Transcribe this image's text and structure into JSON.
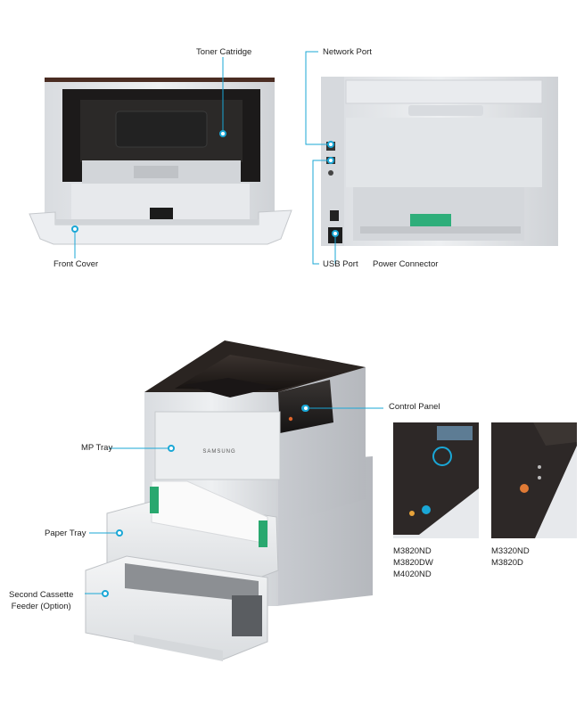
{
  "callouts": {
    "toner_cartridge": "Toner Catridge",
    "front_cover": "Front Cover",
    "network_port": "Network Port",
    "usb_port": "USB Port",
    "power_connector": "Power Connector",
    "control_panel": "Control Panel",
    "mp_tray": "MP Tray",
    "paper_tray": "Paper Tray",
    "second_cassette": "Second Cassette\nFeeder (Option)"
  },
  "brand": "SAMSUNG",
  "models": {
    "left": "M3820ND\nM3820DW\nM4020ND",
    "right": "M3320ND\nM3820D"
  },
  "colors": {
    "callout_line": "#1aa7d6",
    "printer_body": "#e4e6ea",
    "printer_dark": "#2a2522"
  }
}
